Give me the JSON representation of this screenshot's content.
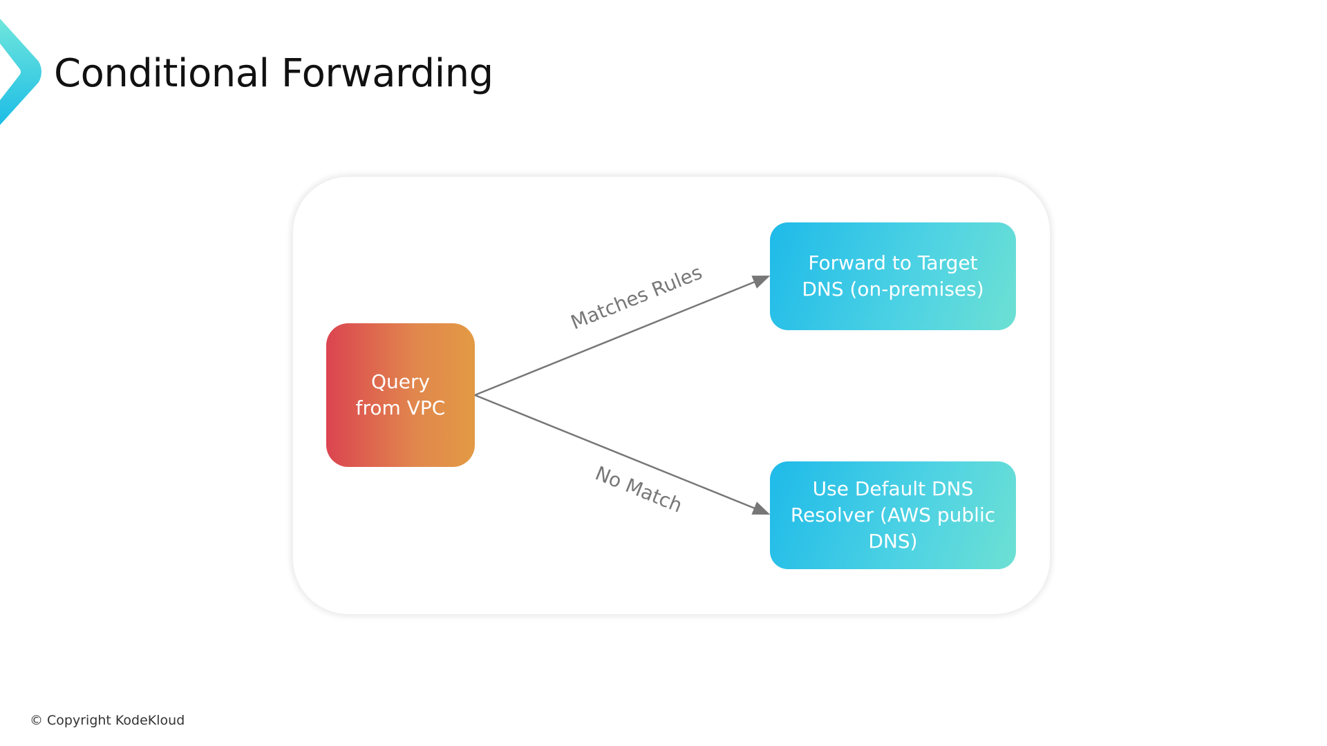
{
  "slide": {
    "title": "Conditional Forwarding",
    "copyright": "© Copyright KodeKloud"
  },
  "diagram": {
    "source": "Query from VPC",
    "targets": [
      {
        "label": "Forward to Target DNS (on-premises)"
      },
      {
        "label": "Use Default DNS Resolver (AWS public DNS)"
      }
    ],
    "edges": [
      {
        "label": "Matches Rules"
      },
      {
        "label": "No Match"
      }
    ]
  },
  "colors": {
    "accent": "#1ebae9",
    "source_start": "#db4450",
    "source_end": "#e29a44",
    "edge": "#777777"
  }
}
